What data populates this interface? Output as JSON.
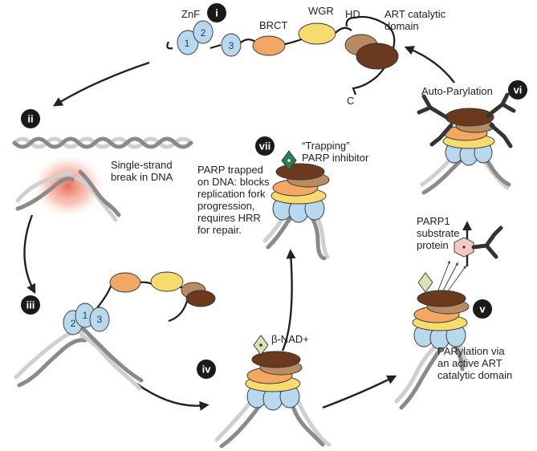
{
  "figure": {
    "title": "PARP1 catalytic cycle at DNA single-strand breaks",
    "colors": {
      "znf": "#b8d8ee",
      "brct": "#f2a763",
      "wgr": "#f6dc6e",
      "hd": "#b98b62",
      "art": "#6b3a1e",
      "inhibitor": "#2e7d4a",
      "nad": "#d9e3b4",
      "substrate": "#f5c9c2",
      "par_chain": "#333333",
      "damage_glow": "#e8553a",
      "step_badge": "#1a1a1a"
    },
    "steps": [
      {
        "id": "i",
        "badge": "i"
      },
      {
        "id": "ii",
        "badge": "ii"
      },
      {
        "id": "iii",
        "badge": "iii"
      },
      {
        "id": "iv",
        "badge": "iv"
      },
      {
        "id": "v",
        "badge": "v"
      },
      {
        "id": "vi",
        "badge": "vi"
      },
      {
        "id": "vii",
        "badge": "vii"
      }
    ],
    "domain_labels": {
      "znf": "ZnF",
      "brct": "BRCT",
      "wgr": "WGR",
      "hd": "HD",
      "art_line1": "ART catalytic",
      "art_line2": "domain",
      "c_terminus": "C"
    },
    "znf_numbers_step_i": [
      "1",
      "2",
      "3"
    ],
    "znf_numbers_step_iii": [
      "2",
      "1",
      "3"
    ],
    "annotations": {
      "ssb_line1": "Single-strand",
      "ssb_line2": "break in DNA",
      "nad": "β-NAD+",
      "trapping_line1": "“Trapping”",
      "trapping_line2": "PARP inhibitor",
      "trapped_lines": [
        "PARP trapped",
        "on DNA: blocks",
        "replication fork",
        "progression,",
        "requires HRR",
        "for repair."
      ],
      "substrate_line1": "PARP1",
      "substrate_line2": "substrate",
      "substrate_line3": "protein",
      "auto_parylation": "Auto-Parylation",
      "parylation_lines": [
        "PARylation via",
        "an active ART",
        "catalytic domain"
      ]
    }
  }
}
